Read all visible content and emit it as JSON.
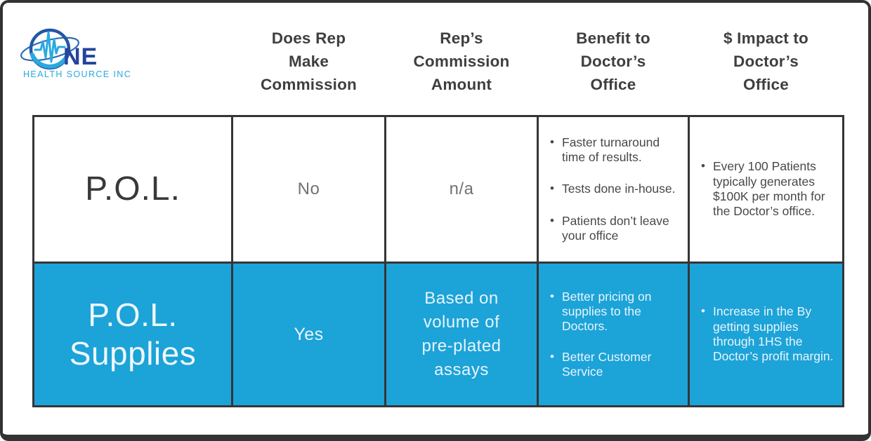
{
  "logo": {
    "name_suffix": "NE",
    "tagline": "HEALTH SOURCE INC",
    "colors": {
      "dark_blue": "#24459c",
      "light_blue": "#2aa9e0"
    }
  },
  "colors": {
    "accent_blue_row": "#1ca3d8",
    "grid_border": "#353537",
    "header_text": "#3f3f41",
    "muted_text": "#717275"
  },
  "table": {
    "headers": [
      "Does Rep\nMake\nCommission",
      "Rep’s\nCommission\nAmount",
      "Benefit to\nDoctor’s\nOffice",
      "$ Impact to\nDoctor’s\nOffice"
    ],
    "rows": [
      {
        "label": "P.O.L.",
        "makes_commission": "No",
        "commission_amount": "n/a",
        "benefits": [
          "Faster turnaround time of results.",
          "Tests done in-house.",
          "Patients don’t leave  your office"
        ],
        "impact": [
          "Every 100 Patients typically generates $100K per month for the Doctor’s office."
        ]
      },
      {
        "label": "P.O.L.\nSupplies",
        "makes_commission": "Yes",
        "commission_amount": "Based on\nvolume of\npre-plated\nassays",
        "benefits": [
          "Better pricing on supplies to the Doctors.",
          "Better Customer Service"
        ],
        "impact": [
          "Increase in the By getting supplies through 1HS the Doctor’s profit margin."
        ]
      }
    ]
  }
}
